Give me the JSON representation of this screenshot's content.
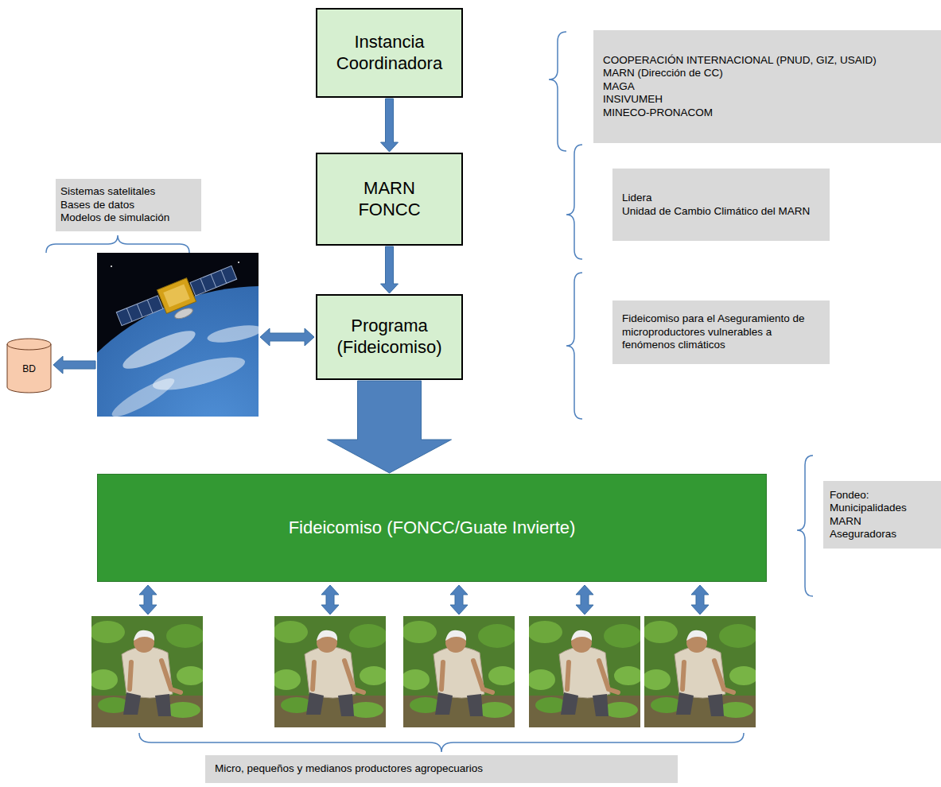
{
  "diagram": {
    "nodes": [
      {
        "text": [
          "Instancia Coordinadora"
        ]
      },
      {
        "text": [
          "COOPERACIÓN INTERNACIONAL (PNUD, GIZ, USAID)",
          "MARN (Dirección de CC)",
          "MAGA",
          "INSIVUMEH",
          "MINECO-PRONACOM"
        ]
      },
      {
        "text": [
          "MARN",
          "FONCC"
        ]
      },
      {
        "text": [
          "Lidera",
          "Unidad de Cambio Climático del MARN"
        ]
      },
      {
        "text": [
          "Sistemas satelitales",
          "Bases de datos",
          "Modelos de simulación"
        ]
      },
      {
        "text": [
          "BD"
        ]
      },
      {
        "text": [
          "Programa (Fideicomiso)"
        ]
      },
      {
        "text": [
          "Fideicomiso para el Aseguramiento de microproductores vulnerables a fenómenos climáticos"
        ]
      },
      {
        "text": [
          "Fideicomiso (FONCC/Guate Invierte)"
        ]
      },
      {
        "text": [
          "Fondeo:",
          "Municipalidades",
          "MARN",
          "Aseguradoras"
        ]
      },
      {
        "text": [
          "Micro, pequeños y medianos productores agropecuarios"
        ]
      }
    ],
    "edges": [
      {
        "from": 0,
        "to": 2,
        "arrow": "to"
      },
      {
        "from": 2,
        "to": 6,
        "arrow": "to"
      },
      {
        "from": 6,
        "to": 8,
        "arrow": "to"
      }
    ]
  }
}
